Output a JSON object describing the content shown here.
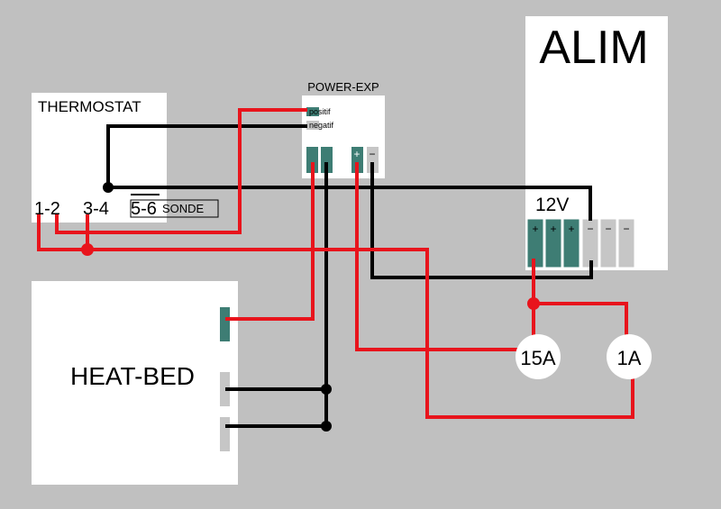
{
  "colors": {
    "background": "#c0c0c0",
    "panel": "#ffffff",
    "terminal_teal": "#3e7d74",
    "terminal_grey": "#c6c6c6",
    "wire_red": "#e8141c",
    "wire_black": "#000000"
  },
  "thermostat": {
    "title": "THERMOSTAT",
    "terminal_1_2": "1-2",
    "terminal_3_4": "3-4",
    "terminal_5_6": "5-6",
    "sonde_label": "SONDE"
  },
  "power_exp": {
    "title": "POWER-EXP",
    "positif_label": "positif",
    "negatif_label": "negatif",
    "plus_sign": "+",
    "minus_sign": "−"
  },
  "alim": {
    "title": "ALIM",
    "voltage": "12V",
    "plus_terminals": [
      "+",
      "+",
      "+"
    ],
    "minus_terminals": [
      "−",
      "−",
      "−"
    ]
  },
  "heat_bed": {
    "title": "HEAT-BED"
  },
  "fuses": {
    "fuse_15a": "15A",
    "fuse_1a": "1A"
  }
}
